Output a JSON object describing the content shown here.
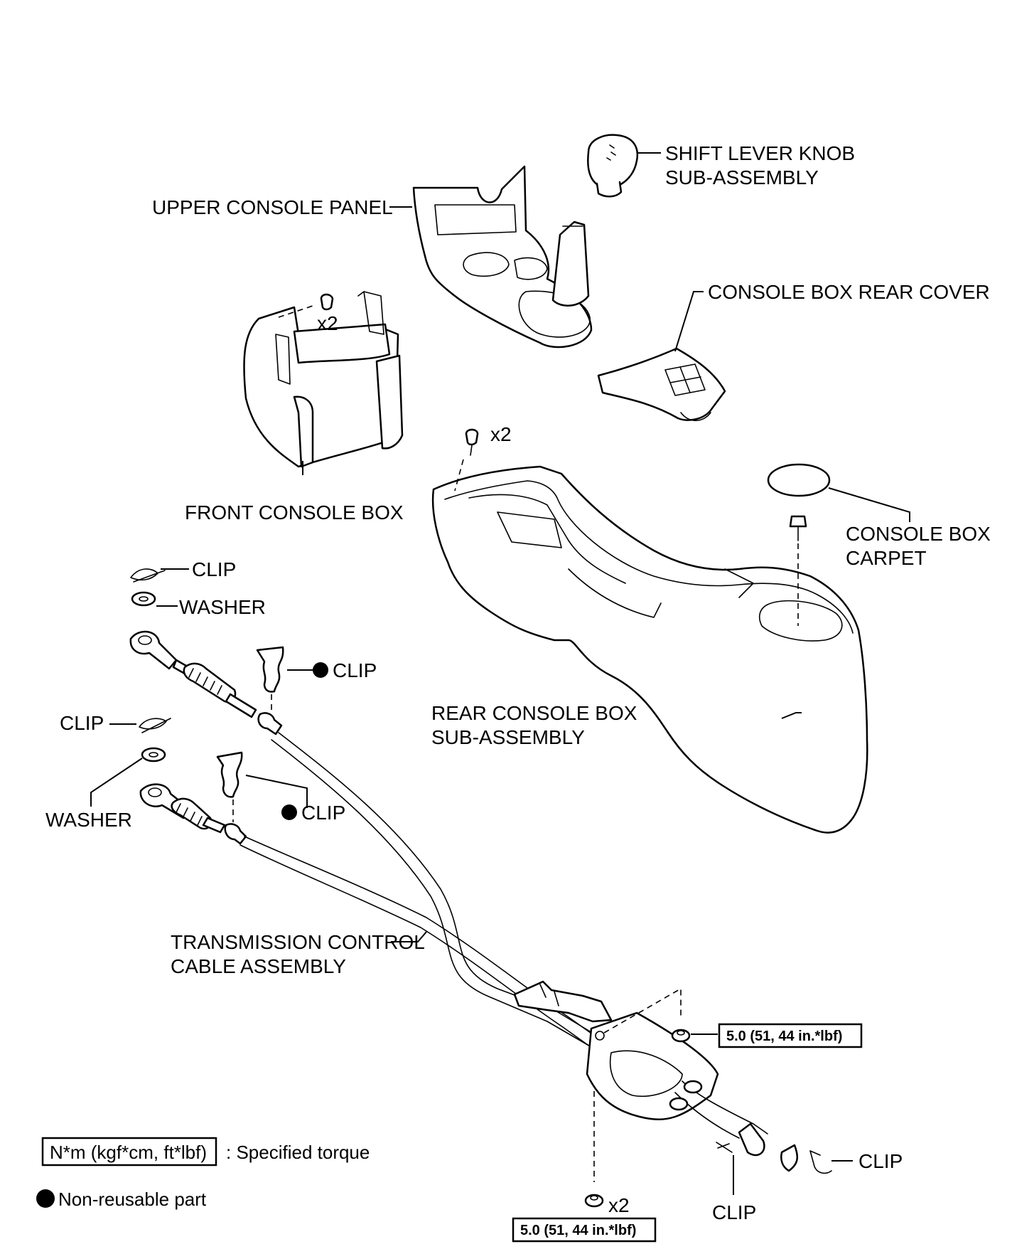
{
  "labels": {
    "shift_knob_line1": "SHIFT LEVER KNOB",
    "shift_knob_line2": "SUB-ASSEMBLY",
    "upper_console_panel": "UPPER CONSOLE PANEL",
    "console_box_rear_cover": "CONSOLE BOX REAR COVER",
    "front_console_box": "FRONT CONSOLE BOX",
    "console_box_carpet_line1": "CONSOLE BOX",
    "console_box_carpet_line2": "CARPET",
    "rear_console_line1": "REAR CONSOLE BOX",
    "rear_console_line2": "SUB-ASSEMBLY",
    "tcca_line1": "TRANSMISSION CONTROL",
    "tcca_line2": "CABLE ASSEMBLY",
    "clip": "CLIP",
    "washer": "WASHER",
    "qty_x2": "x2"
  },
  "torque": {
    "upper": "5.0 (51, 44 in.*lbf)",
    "lower": "5.0 (51, 44 in.*lbf)"
  },
  "legend": {
    "torque_box": "N*m (kgf*cm, ft*lbf)",
    "torque_desc": ": Specified torque",
    "nonreusable": "Non-reusable part"
  },
  "icons": {
    "nonreusable_marker": "filled-circle-icon"
  }
}
